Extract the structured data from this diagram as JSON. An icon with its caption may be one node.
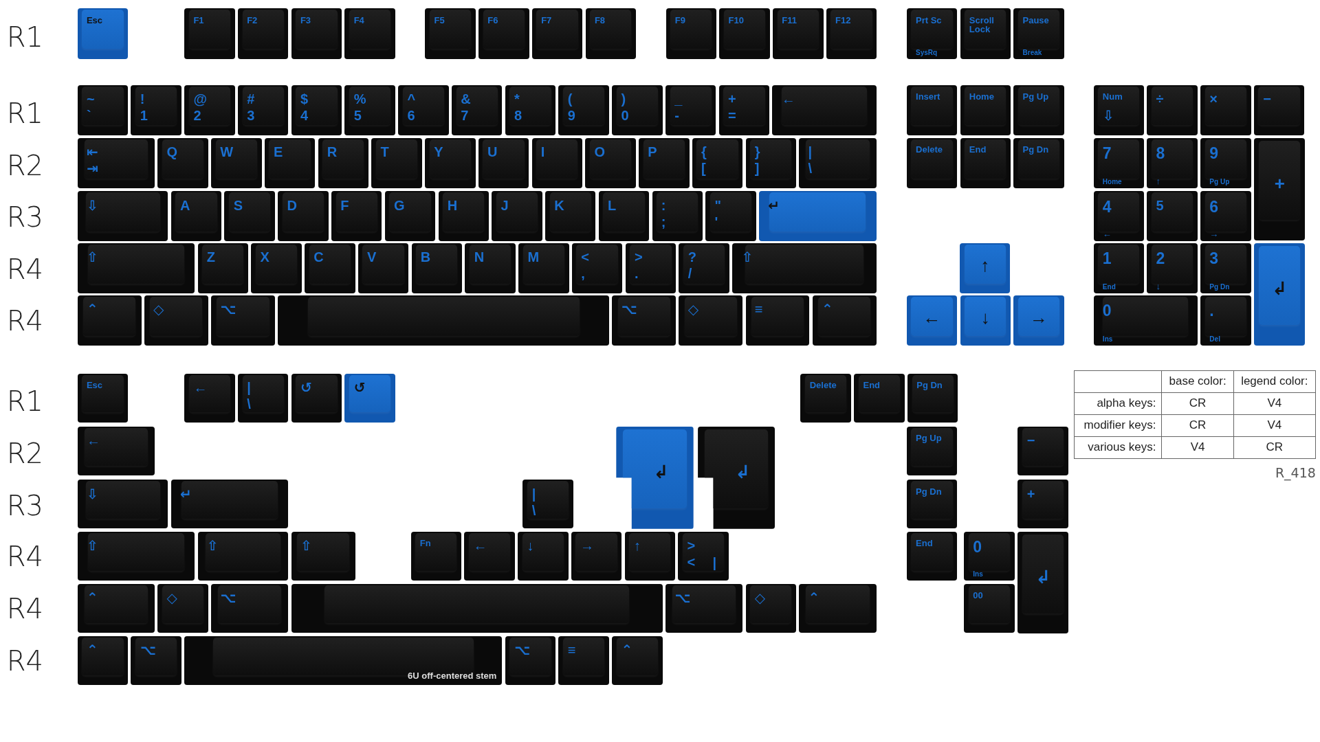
{
  "diagram": {
    "nodes": [
      {
        "text": [
          "Esc"
        ]
      },
      {
        "text": [
          "F1"
        ]
      },
      {
        "text": [
          "F2"
        ]
      },
      {
        "text": [
          "F3"
        ]
      },
      {
        "text": [
          "F4"
        ]
      },
      {
        "text": [
          "F5"
        ]
      },
      {
        "text": [
          "F6"
        ]
      },
      {
        "text": [
          "F7"
        ]
      },
      {
        "text": [
          "F8"
        ]
      },
      {
        "text": [
          "F9"
        ]
      },
      {
        "text": [
          "F10"
        ]
      },
      {
        "text": [
          "F11"
        ]
      },
      {
        "text": [
          "F12"
        ]
      },
      {
        "text": [
          "Prt Sc",
          "SysRq"
        ]
      },
      {
        "text": [
          "Scroll Lock"
        ]
      },
      {
        "text": [
          "Pause",
          "Break"
        ]
      },
      {
        "text": [
          "~",
          "`"
        ]
      },
      {
        "text": [
          "!",
          "1"
        ]
      },
      {
        "text": [
          "@",
          "2"
        ]
      },
      {
        "text": [
          "#",
          "3"
        ]
      },
      {
        "text": [
          "$",
          "4"
        ]
      },
      {
        "text": [
          "%",
          "5"
        ]
      },
      {
        "text": [
          "^",
          "6"
        ]
      },
      {
        "text": [
          "&",
          "7"
        ]
      },
      {
        "text": [
          "*",
          "8"
        ]
      },
      {
        "text": [
          "(",
          "9"
        ]
      },
      {
        "text": [
          ")",
          "0"
        ]
      },
      {
        "text": [
          "_",
          "-"
        ]
      },
      {
        "text": [
          "+",
          "="
        ]
      },
      {
        "text": [
          "←"
        ]
      },
      {
        "text": [
          "⇤",
          "⇥"
        ]
      },
      {
        "text": [
          "Q"
        ]
      },
      {
        "text": [
          "W"
        ]
      },
      {
        "text": [
          "E"
        ]
      },
      {
        "text": [
          "R"
        ]
      },
      {
        "text": [
          "T"
        ]
      },
      {
        "text": [
          "Y"
        ]
      },
      {
        "text": [
          "U"
        ]
      },
      {
        "text": [
          "I"
        ]
      },
      {
        "text": [
          "O"
        ]
      },
      {
        "text": [
          "P"
        ]
      },
      {
        "text": [
          "{",
          "["
        ]
      },
      {
        "text": [
          "}",
          "]"
        ]
      },
      {
        "text": [
          "|",
          "\\"
        ]
      },
      {
        "text": [
          "⇩"
        ]
      },
      {
        "text": [
          "A"
        ]
      },
      {
        "text": [
          "S"
        ]
      },
      {
        "text": [
          "D"
        ]
      },
      {
        "text": [
          "F"
        ]
      },
      {
        "text": [
          "G"
        ]
      },
      {
        "text": [
          "H"
        ]
      },
      {
        "text": [
          "J"
        ]
      },
      {
        "text": [
          "K"
        ]
      },
      {
        "text": [
          "L"
        ]
      },
      {
        "text": [
          ":",
          ";"
        ]
      },
      {
        "text": [
          "\"",
          "'"
        ]
      },
      {
        "text": [
          "↵"
        ]
      },
      {
        "text": [
          "⇧"
        ]
      },
      {
        "text": [
          "Z"
        ]
      },
      {
        "text": [
          "X"
        ]
      },
      {
        "text": [
          "C"
        ]
      },
      {
        "text": [
          "V"
        ]
      },
      {
        "text": [
          "B"
        ]
      },
      {
        "text": [
          "N"
        ]
      },
      {
        "text": [
          "M"
        ]
      },
      {
        "text": [
          "<",
          ","
        ]
      },
      {
        "text": [
          ">",
          "."
        ]
      },
      {
        "text": [
          "?",
          "/"
        ]
      },
      {
        "text": [
          "⇧"
        ]
      },
      {
        "text": [
          "⌃"
        ]
      },
      {
        "text": [
          "◇"
        ]
      },
      {
        "text": [
          "⌥"
        ]
      },
      {
        "text": [],
        "shape": "box"
      },
      {
        "text": [
          "⌥"
        ]
      },
      {
        "text": [
          "◇"
        ]
      },
      {
        "text": [
          "≡"
        ]
      },
      {
        "text": [
          "⌃"
        ]
      },
      {
        "text": [
          "Insert"
        ]
      },
      {
        "text": [
          "Home"
        ]
      },
      {
        "text": [
          "Pg Up"
        ]
      },
      {
        "text": [
          "Delete"
        ]
      },
      {
        "text": [
          "End"
        ]
      },
      {
        "text": [
          "Pg Dn"
        ]
      },
      {
        "text": [
          "↑"
        ]
      },
      {
        "text": [
          "←"
        ]
      },
      {
        "text": [
          "↓"
        ]
      },
      {
        "text": [
          "→"
        ]
      },
      {
        "text": [
          "Num",
          "⇩"
        ]
      },
      {
        "text": [
          "÷"
        ]
      },
      {
        "text": [
          "×"
        ]
      },
      {
        "text": [
          "−"
        ]
      },
      {
        "text": [
          "7",
          "Home"
        ]
      },
      {
        "text": [
          "8",
          "↑"
        ]
      },
      {
        "text": [
          "9",
          "Pg Up"
        ]
      },
      {
        "text": [
          "+"
        ]
      },
      {
        "text": [
          "4",
          "←"
        ]
      },
      {
        "text": [
          "5"
        ]
      },
      {
        "text": [
          "6",
          "→"
        ]
      },
      {
        "text": [
          "1",
          "End"
        ]
      },
      {
        "text": [
          "2",
          "↓"
        ]
      },
      {
        "text": [
          "3",
          "Pg Dn"
        ]
      },
      {
        "text": [
          "↲"
        ]
      },
      {
        "text": [
          "0",
          "Ins"
        ]
      },
      {
        "text": [
          ".",
          "Del"
        ]
      },
      {
        "text": [
          "Esc"
        ]
      },
      {
        "text": [
          "←"
        ]
      },
      {
        "text": [
          "|",
          "\\"
        ]
      },
      {
        "text": [
          "↺"
        ]
      },
      {
        "text": [
          "↺"
        ]
      },
      {
        "text": [
          "Delete"
        ]
      },
      {
        "text": [
          "End"
        ]
      },
      {
        "text": [
          "Pg Dn"
        ]
      },
      {
        "text": [
          "←"
        ]
      },
      {
        "text": [
          "↲"
        ]
      },
      {
        "text": [
          "↲"
        ]
      },
      {
        "text": [
          "Pg Up"
        ]
      },
      {
        "text": [
          "−"
        ]
      },
      {
        "text": [
          "⇩"
        ]
      },
      {
        "text": [
          "↵"
        ]
      },
      {
        "text": [
          "|",
          "\\"
        ]
      },
      {
        "text": [
          "Pg Dn"
        ]
      },
      {
        "text": [
          "+"
        ]
      },
      {
        "text": [
          "⇧"
        ]
      },
      {
        "text": [
          "⇧"
        ]
      },
      {
        "text": [
          "⇧"
        ]
      },
      {
        "text": [
          "Fn"
        ]
      },
      {
        "text": [
          "←"
        ]
      },
      {
        "text": [
          "↓"
        ]
      },
      {
        "text": [
          "→"
        ]
      },
      {
        "text": [
          "↑"
        ]
      },
      {
        "text": [
          ">",
          "<",
          "|"
        ]
      },
      {
        "text": [
          "End"
        ]
      },
      {
        "text": [
          "0",
          "Ins"
        ]
      },
      {
        "text": [
          "↲"
        ]
      },
      {
        "text": [
          "⌃"
        ]
      },
      {
        "text": [
          "◇"
        ]
      },
      {
        "text": [
          "⌥"
        ]
      },
      {
        "text": [],
        "shape": "box"
      },
      {
        "text": [
          "⌥"
        ]
      },
      {
        "text": [
          "◇"
        ]
      },
      {
        "text": [
          "⌃"
        ]
      },
      {
        "text": [
          "00"
        ]
      },
      {
        "text": [
          "⌃"
        ]
      },
      {
        "text": [
          "⌥"
        ]
      },
      {
        "text": [
          "6U off-centered stem"
        ]
      },
      {
        "text": [
          "⌥"
        ]
      },
      {
        "text": [
          "≡"
        ]
      },
      {
        "text": [
          "⌃"
        ]
      }
    ],
    "edges": [],
    "labels": [
      "R1",
      "R1",
      "R2",
      "R3",
      "R4",
      "R4",
      "R1",
      "R2",
      "R3",
      "R4",
      "R4",
      "R4",
      "base color:",
      "legend color:",
      "alpha keys:",
      "CR",
      "V4",
      "modifier keys:",
      "CR",
      "V4",
      "various keys:",
      "V4",
      "CR",
      "R_418"
    ]
  }
}
